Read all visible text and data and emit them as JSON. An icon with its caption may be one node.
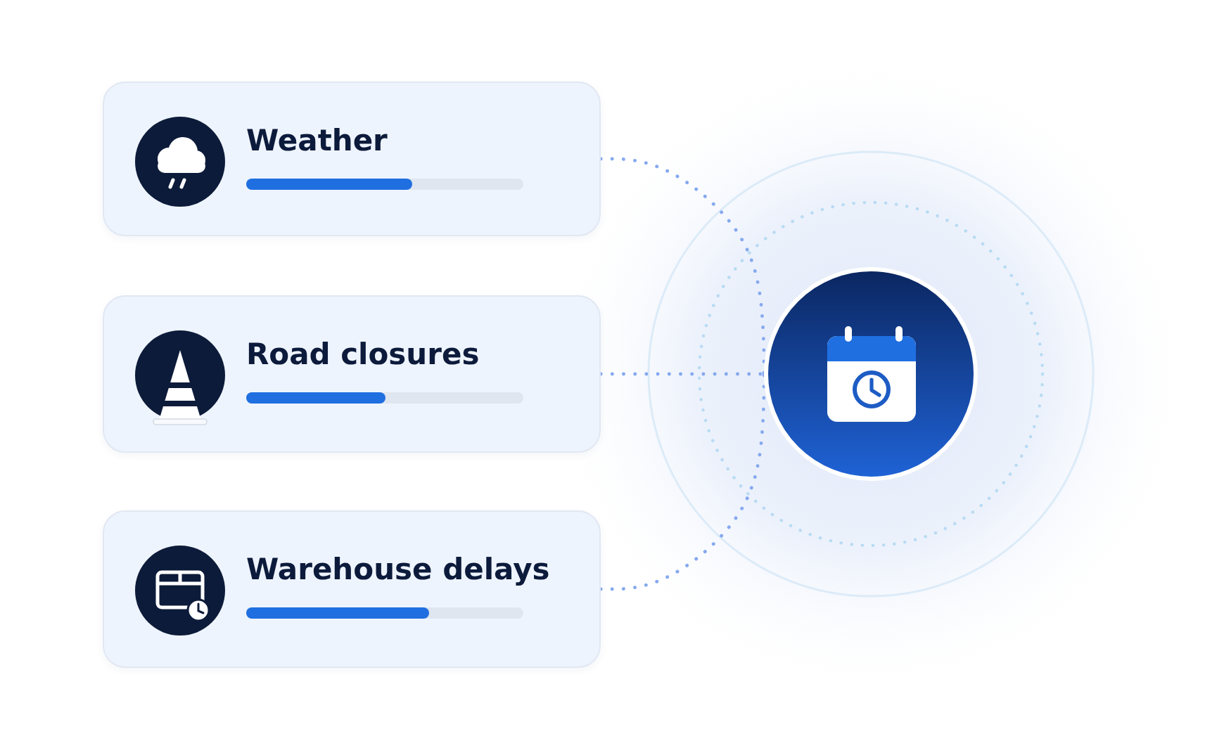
{
  "diagram": {
    "nodes": [
      {
        "text": [
          "Weather"
        ]
      },
      {
        "text": [
          "Road closures"
        ]
      },
      {
        "text": [
          "Warehouse delays"
        ]
      },
      {
        "text": [],
        "shape": "circle"
      }
    ],
    "edges": [
      {
        "from": 0,
        "to": 3,
        "arrow": "none",
        "style": "dashed"
      },
      {
        "from": 1,
        "to": 3,
        "arrow": "none",
        "style": "dashed"
      },
      {
        "from": 2,
        "to": 3,
        "arrow": "none",
        "style": "dashed"
      }
    ]
  }
}
